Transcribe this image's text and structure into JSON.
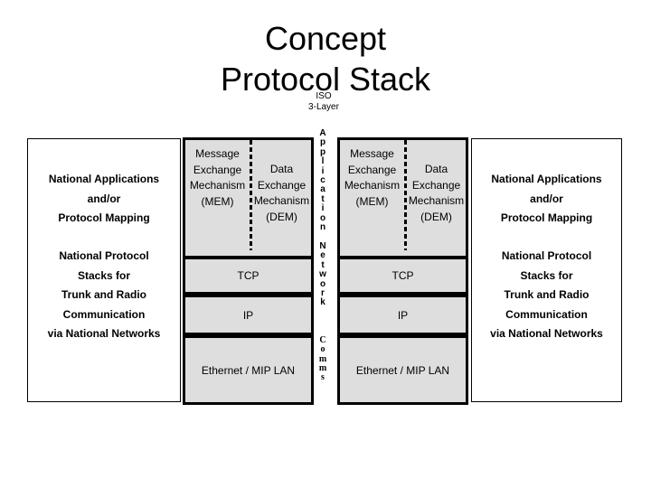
{
  "title": {
    "line1": "Concept",
    "line2": "Protocol Stack"
  },
  "subtitle": {
    "line1": "ISO",
    "line2": "3-Layer"
  },
  "side_panel": {
    "top_lines": [
      "National Applications",
      "and/or",
      "Protocol Mapping"
    ],
    "bottom_lines": [
      "National Protocol",
      "Stacks for",
      "Trunk and Radio",
      "Communication",
      "via National Networks"
    ]
  },
  "stack": {
    "mem_lines": [
      "Message",
      "Exchange",
      "Mechanism",
      "(MEM)"
    ],
    "dem_lines": [
      "Data",
      "Exchange",
      "Mechanism",
      "(DEM)"
    ],
    "tcp": "TCP",
    "ip": "IP",
    "ethernet": "Ethernet / MIP LAN"
  },
  "layer_labels": {
    "application": "Application",
    "network": "Network",
    "comms": "Comms"
  },
  "colors": {
    "box_fill": "#dedede",
    "border": "#000000",
    "background": "#ffffff",
    "text": "#000000"
  }
}
